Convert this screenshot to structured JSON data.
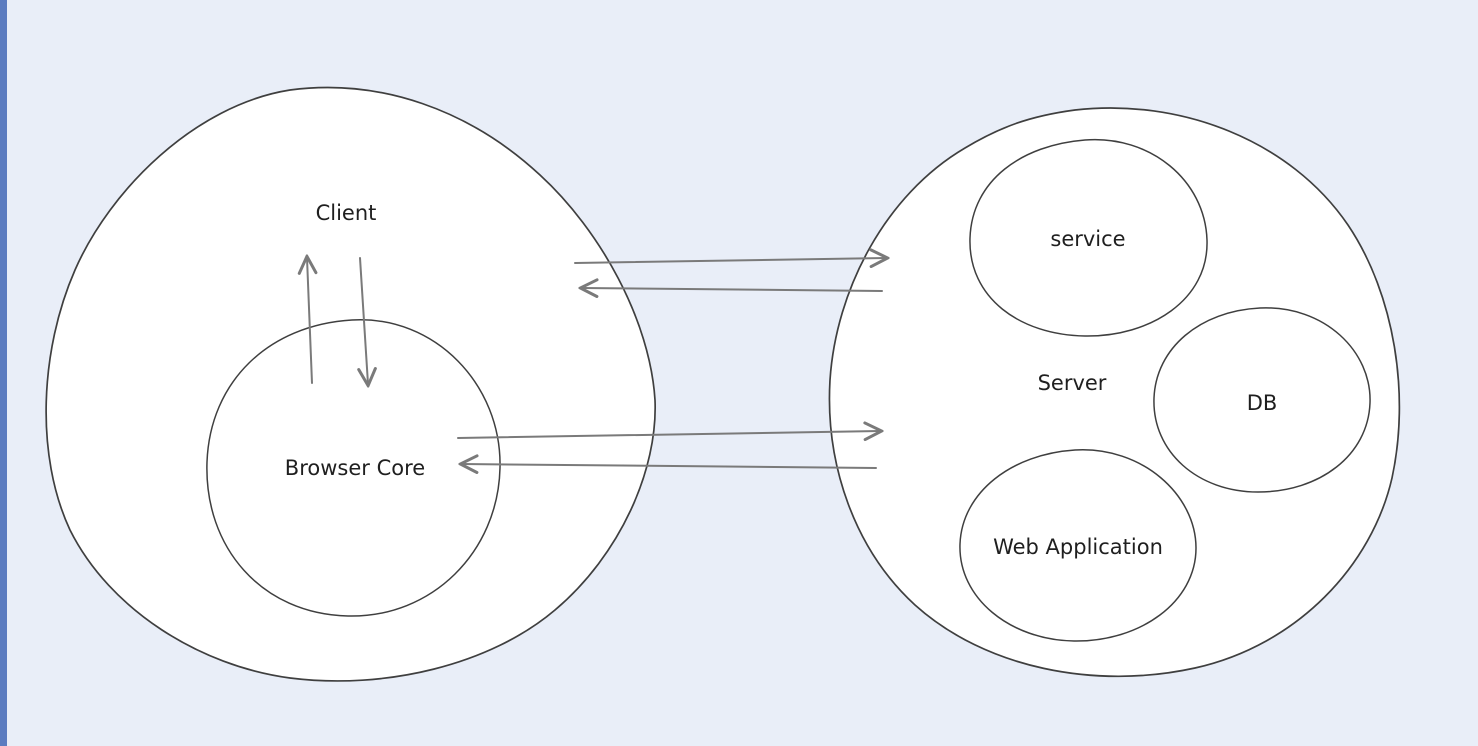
{
  "canvas": {
    "background_color": "#e9eef8",
    "left_strip_color": "#5b7cc0",
    "shape_stroke_color": "#3f3f3f",
    "arrow_color": "#7a7a7a",
    "shape_fill_color": "#ffffff"
  },
  "diagram": {
    "client_group": {
      "label": "Client"
    },
    "browser_core": {
      "label": "Browser Core"
    },
    "server_group": {
      "label": "Server"
    },
    "service": {
      "label": "service"
    },
    "db": {
      "label": "DB"
    },
    "web_application": {
      "label": "Web Application"
    },
    "arrows": [
      {
        "name": "client-to-server-top",
        "direction": "right"
      },
      {
        "name": "server-to-client-top",
        "direction": "left"
      },
      {
        "name": "browser-core-to-server",
        "direction": "right"
      },
      {
        "name": "server-to-browser-core",
        "direction": "left"
      },
      {
        "name": "browser-core-to-client-label",
        "direction": "up"
      },
      {
        "name": "client-label-to-browser-core",
        "direction": "down"
      }
    ]
  }
}
